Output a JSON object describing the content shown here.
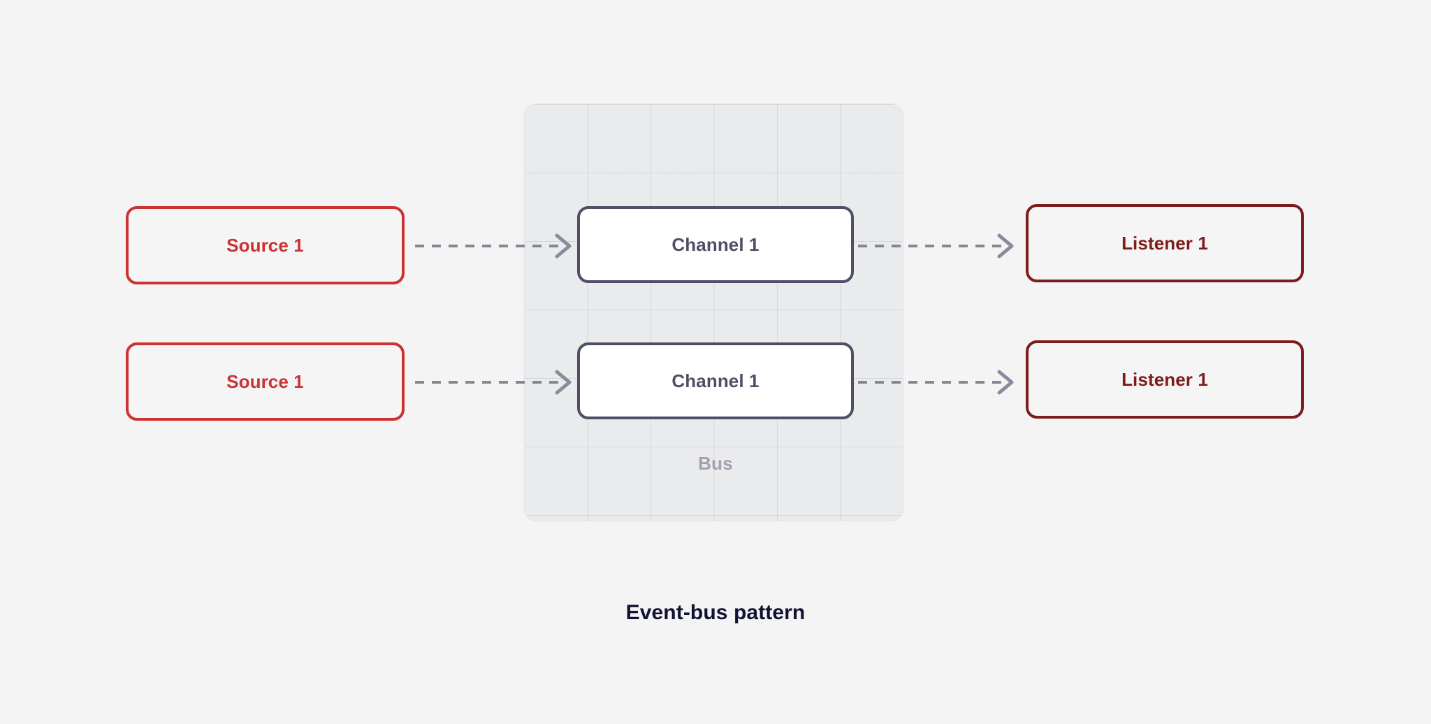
{
  "diagram": {
    "caption": "Event-bus pattern",
    "bus": {
      "label": "Bus"
    },
    "sources": [
      {
        "label": "Source 1"
      },
      {
        "label": "Source 1"
      }
    ],
    "channels": [
      {
        "label": "Channel 1"
      },
      {
        "label": "Channel 1"
      }
    ],
    "listeners": [
      {
        "label": "Listener 1"
      },
      {
        "label": "Listener 1"
      }
    ],
    "colors": {
      "background": "#f4f4f5",
      "source_border": "#cb3333",
      "source_text": "#cb3333",
      "listener_border": "#7d1c1c",
      "listener_text": "#7d1c1c",
      "channel_border": "#4f4f66",
      "channel_text": "#4f4f66",
      "channel_fill": "#ffffff",
      "bus_fill": "#eaebed",
      "bus_label": "#a29fae",
      "arrow": "#6e6e85",
      "caption": "#121233"
    }
  }
}
